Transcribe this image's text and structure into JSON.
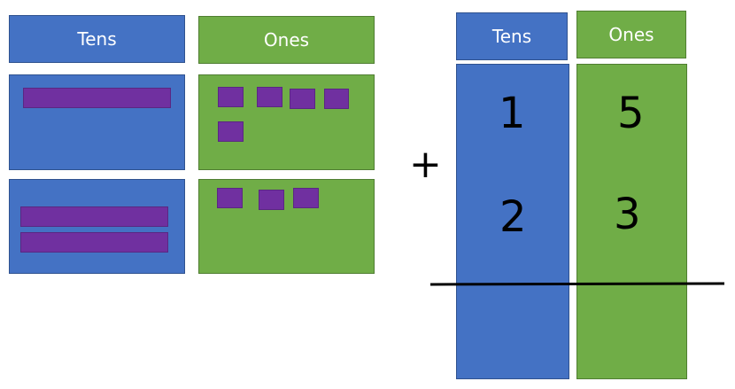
{
  "left_model": {
    "tens_header": "Tens",
    "ones_header": "Ones"
  },
  "right_model": {
    "tens_header": "Tens",
    "ones_header": "Ones",
    "operator": "+",
    "top_number": {
      "tens": "1",
      "ones": "5"
    },
    "bottom_number": {
      "tens": "2",
      "ones": "3"
    }
  },
  "colors": {
    "tens": "#4472c4",
    "ones": "#70ad47",
    "block": "#7030a0"
  }
}
